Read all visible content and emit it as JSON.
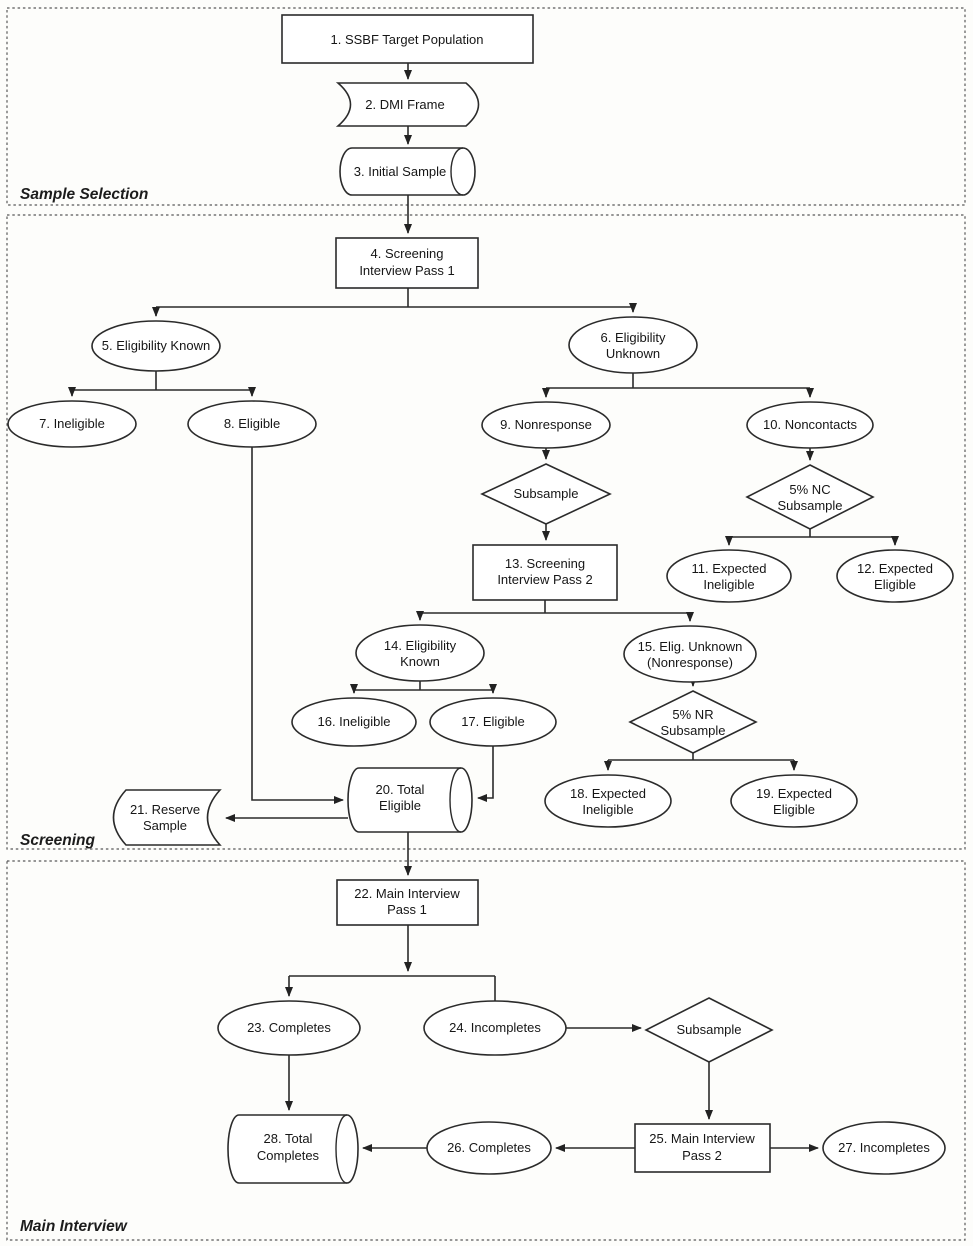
{
  "sections": {
    "s1": {
      "title": "Sample Selection"
    },
    "s2": {
      "title": "Screening"
    },
    "s3": {
      "title": "Main Interview"
    }
  },
  "nodes": {
    "n1": {
      "shape": "process",
      "lines": [
        "1. SSBF Target Population"
      ]
    },
    "n2": {
      "shape": "stored-data",
      "lines": [
        "2. DMI Frame"
      ]
    },
    "n3": {
      "shape": "direct-data",
      "lines": [
        "3. Initial Sample"
      ]
    },
    "n4": {
      "shape": "process",
      "lines": [
        "4. Screening",
        "Interview Pass 1"
      ]
    },
    "n5": {
      "shape": "oval",
      "lines": [
        "5. Eligibility Known"
      ]
    },
    "n6": {
      "shape": "oval",
      "lines": [
        "6. Eligibility",
        "Unknown"
      ]
    },
    "n7": {
      "shape": "oval",
      "lines": [
        "7. Ineligible"
      ]
    },
    "n8": {
      "shape": "oval",
      "lines": [
        "8. Eligible"
      ]
    },
    "n9": {
      "shape": "oval",
      "lines": [
        "9. Nonresponse"
      ]
    },
    "n10": {
      "shape": "oval",
      "lines": [
        "10. Noncontacts"
      ]
    },
    "n11": {
      "shape": "oval",
      "lines": [
        "11. Expected",
        "Ineligible"
      ]
    },
    "n12": {
      "shape": "oval",
      "lines": [
        "12. Expected",
        "Eligible"
      ]
    },
    "n13": {
      "shape": "process",
      "lines": [
        "13. Screening",
        "Interview Pass 2"
      ]
    },
    "n14": {
      "shape": "oval",
      "lines": [
        "14. Eligibility",
        "Known"
      ]
    },
    "n15": {
      "shape": "oval",
      "lines": [
        "15. Elig. Unknown",
        "(Nonresponse)"
      ]
    },
    "n16": {
      "shape": "oval",
      "lines": [
        "16. Ineligible"
      ]
    },
    "n17": {
      "shape": "oval",
      "lines": [
        "17. Eligible"
      ]
    },
    "n18": {
      "shape": "oval",
      "lines": [
        "18. Expected",
        "Ineligible"
      ]
    },
    "n19": {
      "shape": "oval",
      "lines": [
        "19. Expected",
        "Eligible"
      ]
    },
    "n20": {
      "shape": "direct-data",
      "lines": [
        "20. Total",
        "Eligible"
      ]
    },
    "n21": {
      "shape": "stored-data",
      "lines": [
        "21. Reserve",
        "Sample"
      ]
    },
    "n22": {
      "shape": "process",
      "lines": [
        "22. Main Interview",
        "Pass 1"
      ]
    },
    "n23": {
      "shape": "oval",
      "lines": [
        "23. Completes"
      ]
    },
    "n24": {
      "shape": "oval",
      "lines": [
        "24. Incompletes"
      ]
    },
    "n25": {
      "shape": "process",
      "lines": [
        "25. Main Interview",
        "Pass 2"
      ]
    },
    "n26": {
      "shape": "oval",
      "lines": [
        "26. Completes"
      ]
    },
    "n27": {
      "shape": "oval",
      "lines": [
        "27. Incompletes"
      ]
    },
    "n28": {
      "shape": "direct-data",
      "lines": [
        "28. Total",
        "Completes"
      ]
    },
    "d1": {
      "shape": "decision",
      "lines": [
        "Subsample"
      ]
    },
    "d2": {
      "shape": "decision",
      "lines": [
        "5% NC",
        "Subsample"
      ]
    },
    "d3": {
      "shape": "decision",
      "lines": [
        "5% NR",
        "Subsample"
      ]
    },
    "d4": {
      "shape": "decision",
      "lines": [
        "Subsample"
      ]
    }
  },
  "colors": {
    "stroke": "#2b2b2b",
    "fill": "#ffffff",
    "background": "#fdfdfb",
    "text": "#161616"
  }
}
